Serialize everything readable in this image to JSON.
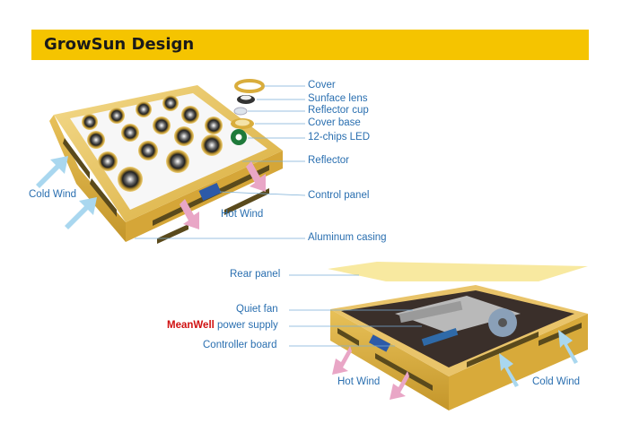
{
  "header": {
    "title": "GrowSun Design"
  },
  "top_diagram": {
    "labels": [
      "Cover",
      "Sunface lens",
      "Reflector cup",
      "Cover base",
      "12-chips LED",
      "Reflector",
      "Control panel",
      "Aluminum casing"
    ],
    "cold_wind": "Cold Wind",
    "hot_wind": "Hot Wind"
  },
  "bottom_diagram": {
    "rear_panel": "Rear panel",
    "quiet_fan": "Quiet fan",
    "power_brand": "MeanWell",
    "power_supply": "power supply",
    "controller_board": "Controller board",
    "hot_wind": "Hot Wind",
    "cold_wind": "Cold Wind"
  },
  "colors": {
    "banner": "#f5c400",
    "label_text": "#2a6fb0",
    "brand_red": "#d01010",
    "casing_gold": "#e0b84a",
    "cold_arrow": "#a9d7ef",
    "hot_arrow": "#e9a6c6"
  }
}
